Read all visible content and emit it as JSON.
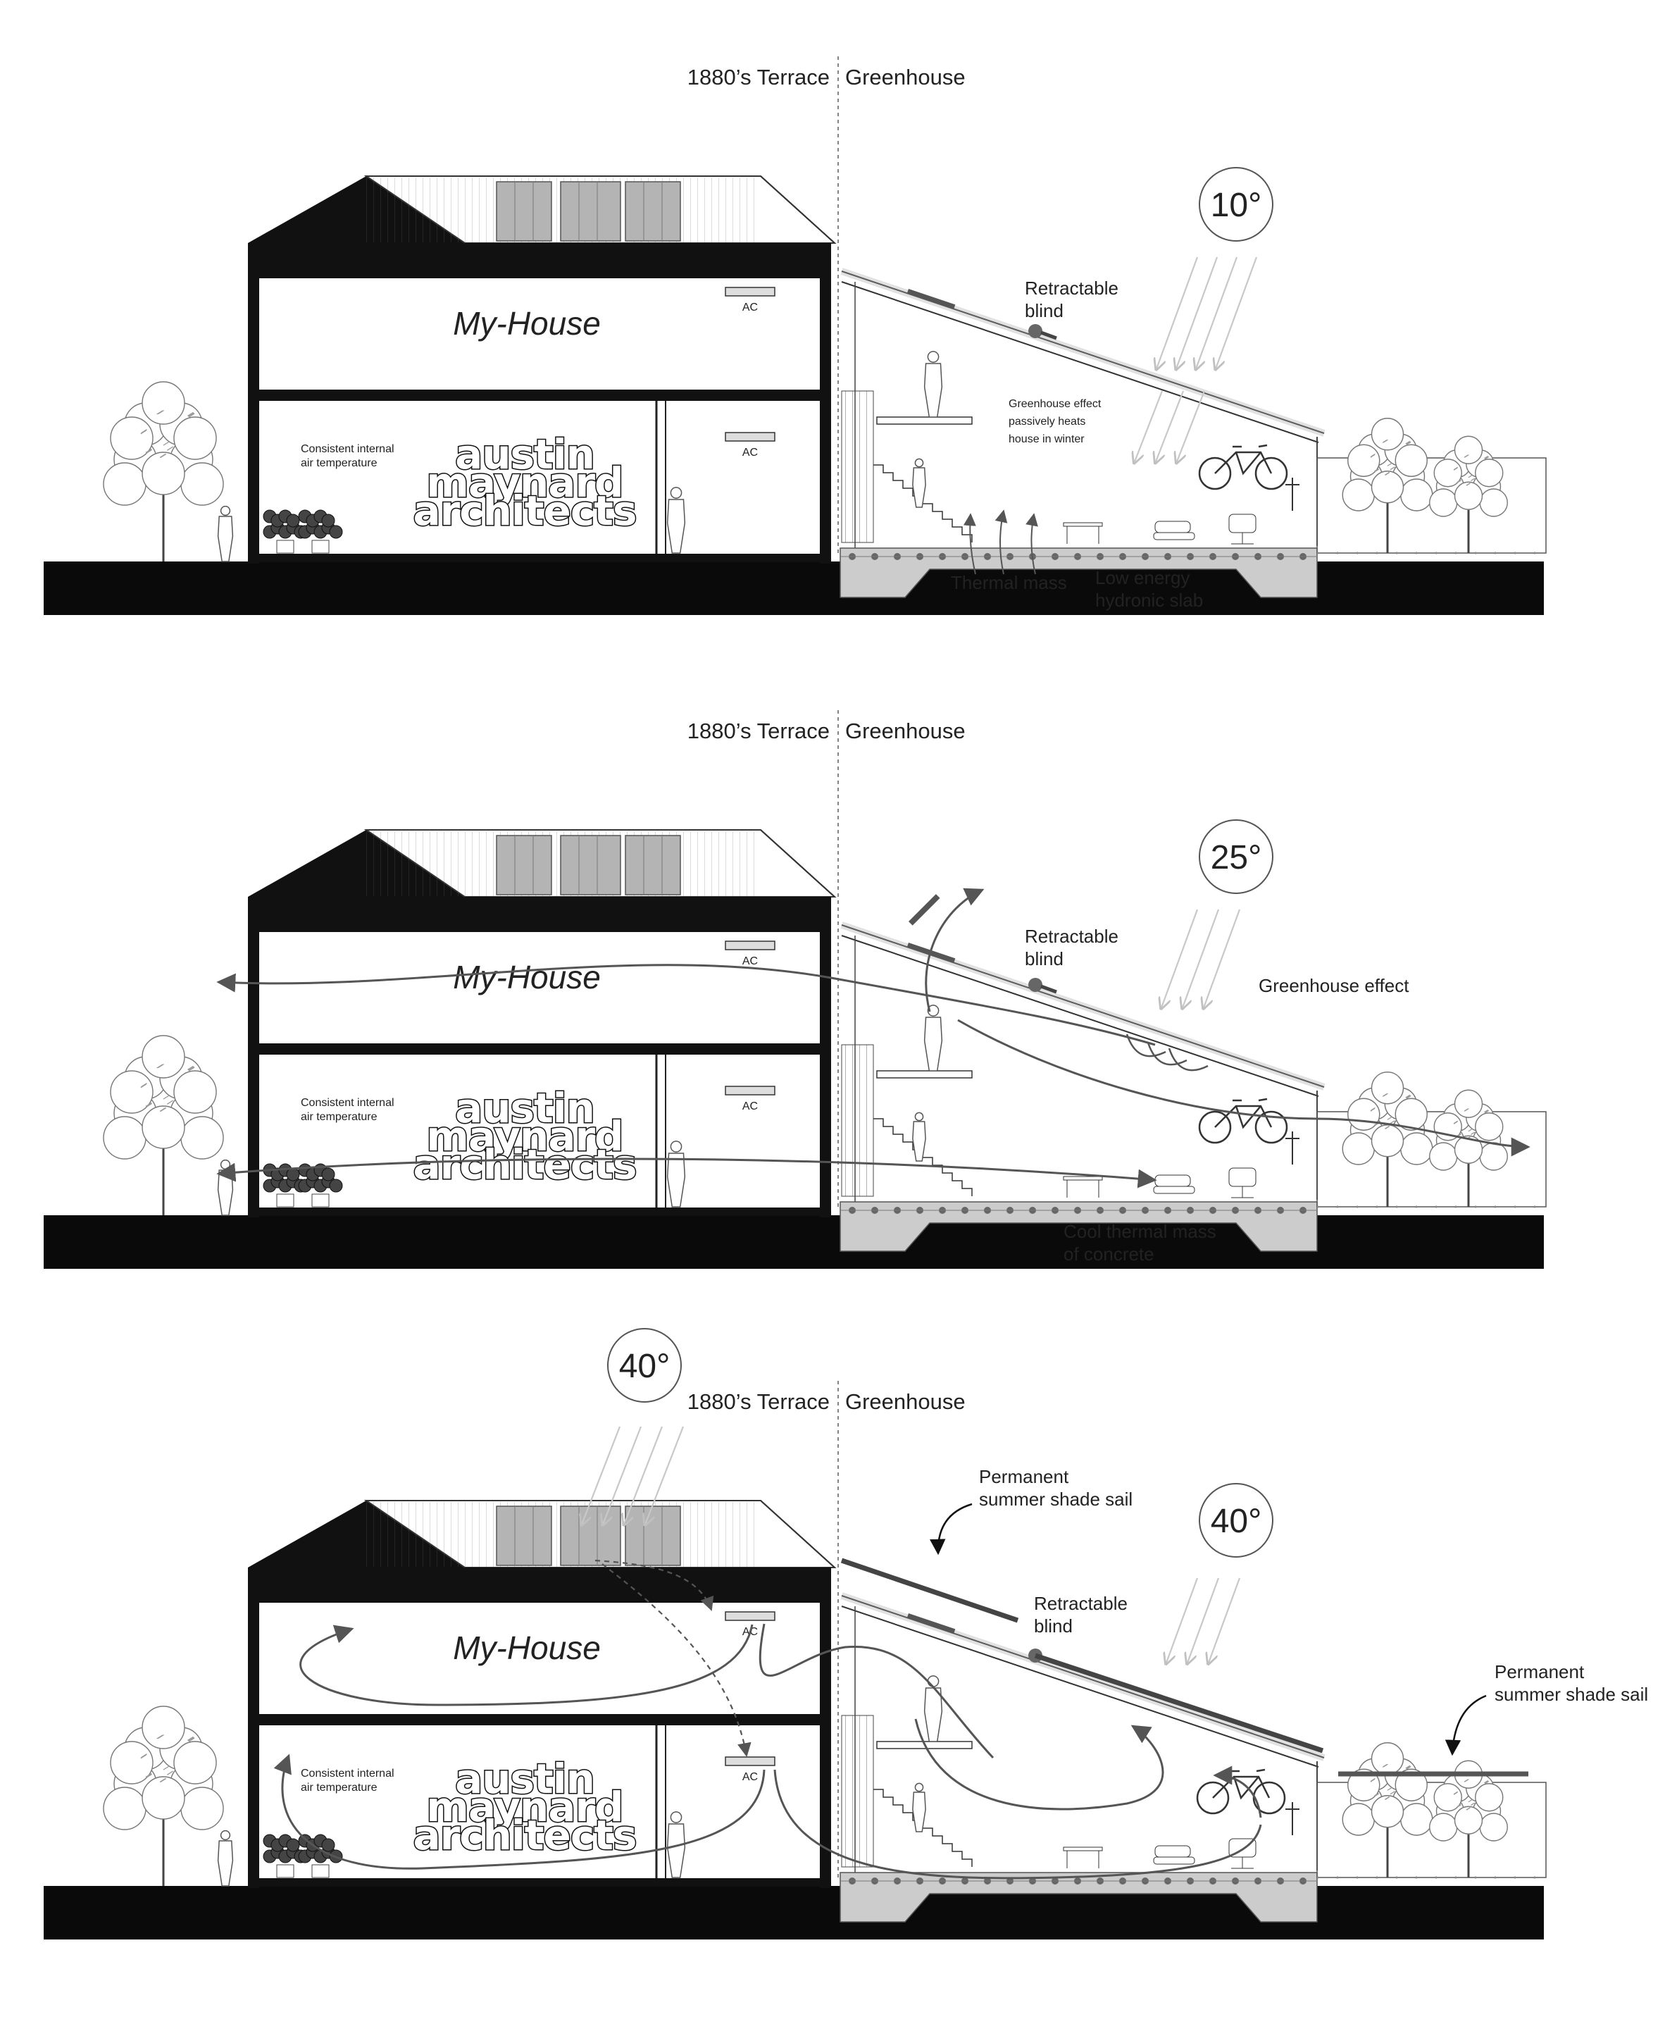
{
  "panels": [
    {
      "id": "winter",
      "header_left": "1880’s Terrace",
      "header_right": "Greenhouse",
      "house_name": "My-House",
      "ac_upper": "AC",
      "ac_lower": "AC",
      "interior_note": [
        "Consistent internal",
        "air temperature"
      ],
      "logo": [
        "austin",
        "maynard",
        "architects"
      ],
      "temperatures": [
        "10°"
      ],
      "labels": {
        "blind": [
          "Retractable",
          "blind"
        ],
        "effect": [
          "Greenhouse effect",
          "passively heats",
          "house in winter"
        ],
        "thermal": [
          "Thermal mass"
        ],
        "slab": [
          "Low energy",
          "hydronic slab"
        ]
      }
    },
    {
      "id": "mild",
      "header_left": "1880’s Terrace",
      "header_right": "Greenhouse",
      "house_name": "My-House",
      "ac_upper": "AC",
      "ac_lower": "AC",
      "interior_note": [
        "Consistent internal",
        "air temperature"
      ],
      "logo": [
        "austin",
        "maynard",
        "architects"
      ],
      "temperatures": [
        "25°"
      ],
      "labels": {
        "blind": [
          "Retractable",
          "blind"
        ],
        "effect": [
          "Greenhouse effect"
        ],
        "concrete": [
          "Cool thermal mass",
          "of concrete"
        ]
      }
    },
    {
      "id": "summer",
      "header_left": "1880’s Terrace",
      "header_right": "Greenhouse",
      "house_name": "My-House",
      "ac_upper": "AC",
      "ac_lower": "AC",
      "interior_note": [
        "Consistent internal",
        "air temperature"
      ],
      "logo": [
        "austin",
        "maynard",
        "architects"
      ],
      "temperatures": [
        "40°",
        "40°"
      ],
      "labels": {
        "blind": [
          "Retractable",
          "blind"
        ],
        "sail_left": [
          "Permanent",
          "summer shade sail"
        ],
        "sail_right": [
          "Permanent",
          "summer shade sail"
        ]
      }
    }
  ],
  "colors": {
    "ground": "#0a0a0a",
    "roof_dark": "#111111",
    "panel_grey": "#b4b4b4",
    "slab_grey": "#cccccc",
    "flow_arrow": "#555555",
    "sun_ray": "#c8c8c8"
  }
}
